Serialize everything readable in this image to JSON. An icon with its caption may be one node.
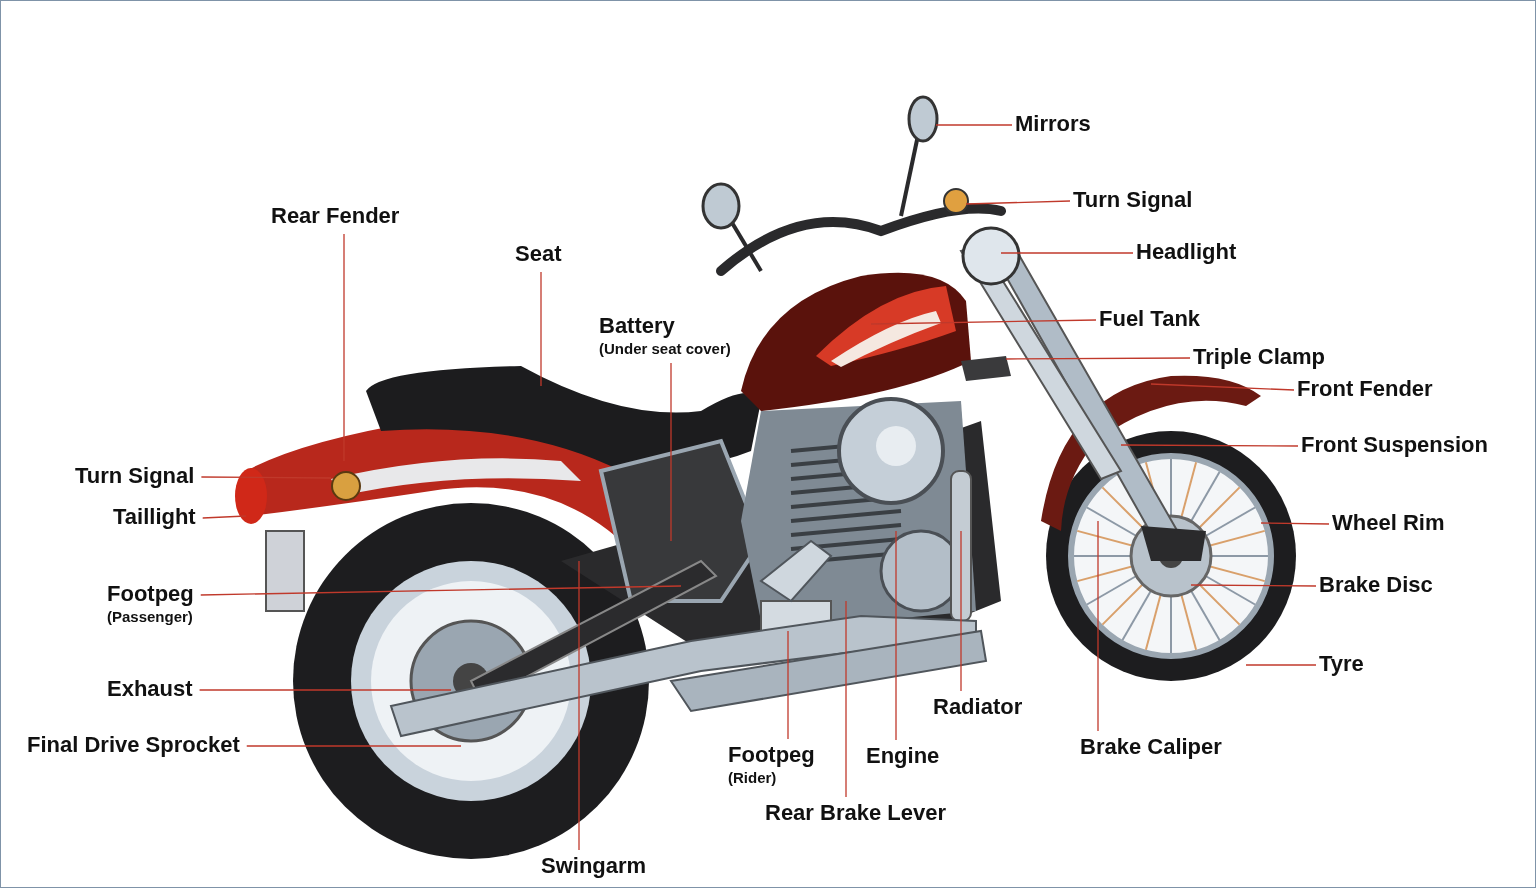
{
  "diagram": {
    "nodes": [
      {
        "text": [
          "Rear Fender"
        ]
      },
      {
        "text": [
          "Seat"
        ]
      },
      {
        "text": [
          "Battery",
          "(Under seat cover)"
        ]
      },
      {
        "text": [
          "Mirrors"
        ]
      },
      {
        "text": [
          "Turn Signal"
        ]
      },
      {
        "text": [
          "Headlight"
        ]
      },
      {
        "text": [
          "Fuel Tank"
        ]
      },
      {
        "text": [
          "Triple Clamp"
        ]
      },
      {
        "text": [
          "Front Fender"
        ]
      },
      {
        "text": [
          "Turn Signal"
        ]
      },
      {
        "text": [
          "Front Suspension"
        ]
      },
      {
        "text": [
          "Taillight"
        ]
      },
      {
        "text": [
          "Wheel Rim"
        ]
      },
      {
        "text": [
          "Brake Disc"
        ]
      },
      {
        "text": [
          "Footpeg",
          "(Passenger)"
        ]
      },
      {
        "text": [
          "Tyre"
        ]
      },
      {
        "text": [
          "Exhaust"
        ]
      },
      {
        "text": [
          "Radiator"
        ]
      },
      {
        "text": [
          "Final Drive Sprocket"
        ]
      },
      {
        "text": [
          "Brake Caliper"
        ]
      },
      {
        "text": [
          "Engine"
        ]
      },
      {
        "text": [
          "Footpeg",
          "(Rider)"
        ]
      },
      {
        "text": [
          "Rear Brake Lever"
        ]
      },
      {
        "text": [
          "Swingarm"
        ]
      }
    ],
    "edges": [
      {
        "from": 0,
        "to": null,
        "arrow": "none"
      },
      {
        "from": 1,
        "to": null,
        "arrow": "none"
      },
      {
        "from": 2,
        "to": null,
        "arrow": "none"
      },
      {
        "from": 3,
        "to": null,
        "arrow": "none"
      },
      {
        "from": 4,
        "to": null,
        "arrow": "none"
      },
      {
        "from": 5,
        "to": null,
        "arrow": "none"
      },
      {
        "from": 6,
        "to": null,
        "arrow": "none"
      },
      {
        "from": 7,
        "to": null,
        "arrow": "none"
      },
      {
        "from": 8,
        "to": null,
        "arrow": "none"
      },
      {
        "from": 9,
        "to": null,
        "arrow": "none"
      },
      {
        "from": 10,
        "to": null,
        "arrow": "none"
      },
      {
        "from": 11,
        "to": null,
        "arrow": "none"
      },
      {
        "from": 12,
        "to": null,
        "arrow": "none"
      },
      {
        "from": 13,
        "to": null,
        "arrow": "none"
      },
      {
        "from": 14,
        "to": null,
        "arrow": "none"
      },
      {
        "from": 15,
        "to": null,
        "arrow": "none"
      },
      {
        "from": 16,
        "to": null,
        "arrow": "none"
      },
      {
        "from": 17,
        "to": null,
        "arrow": "none"
      },
      {
        "from": 18,
        "to": null,
        "arrow": "none"
      },
      {
        "from": 19,
        "to": null,
        "arrow": "none"
      },
      {
        "from": 20,
        "to": null,
        "arrow": "none"
      },
      {
        "from": 21,
        "to": null,
        "arrow": "none"
      },
      {
        "from": 22,
        "to": null,
        "arrow": "none"
      },
      {
        "from": 23,
        "to": null,
        "arrow": "none"
      }
    ]
  }
}
